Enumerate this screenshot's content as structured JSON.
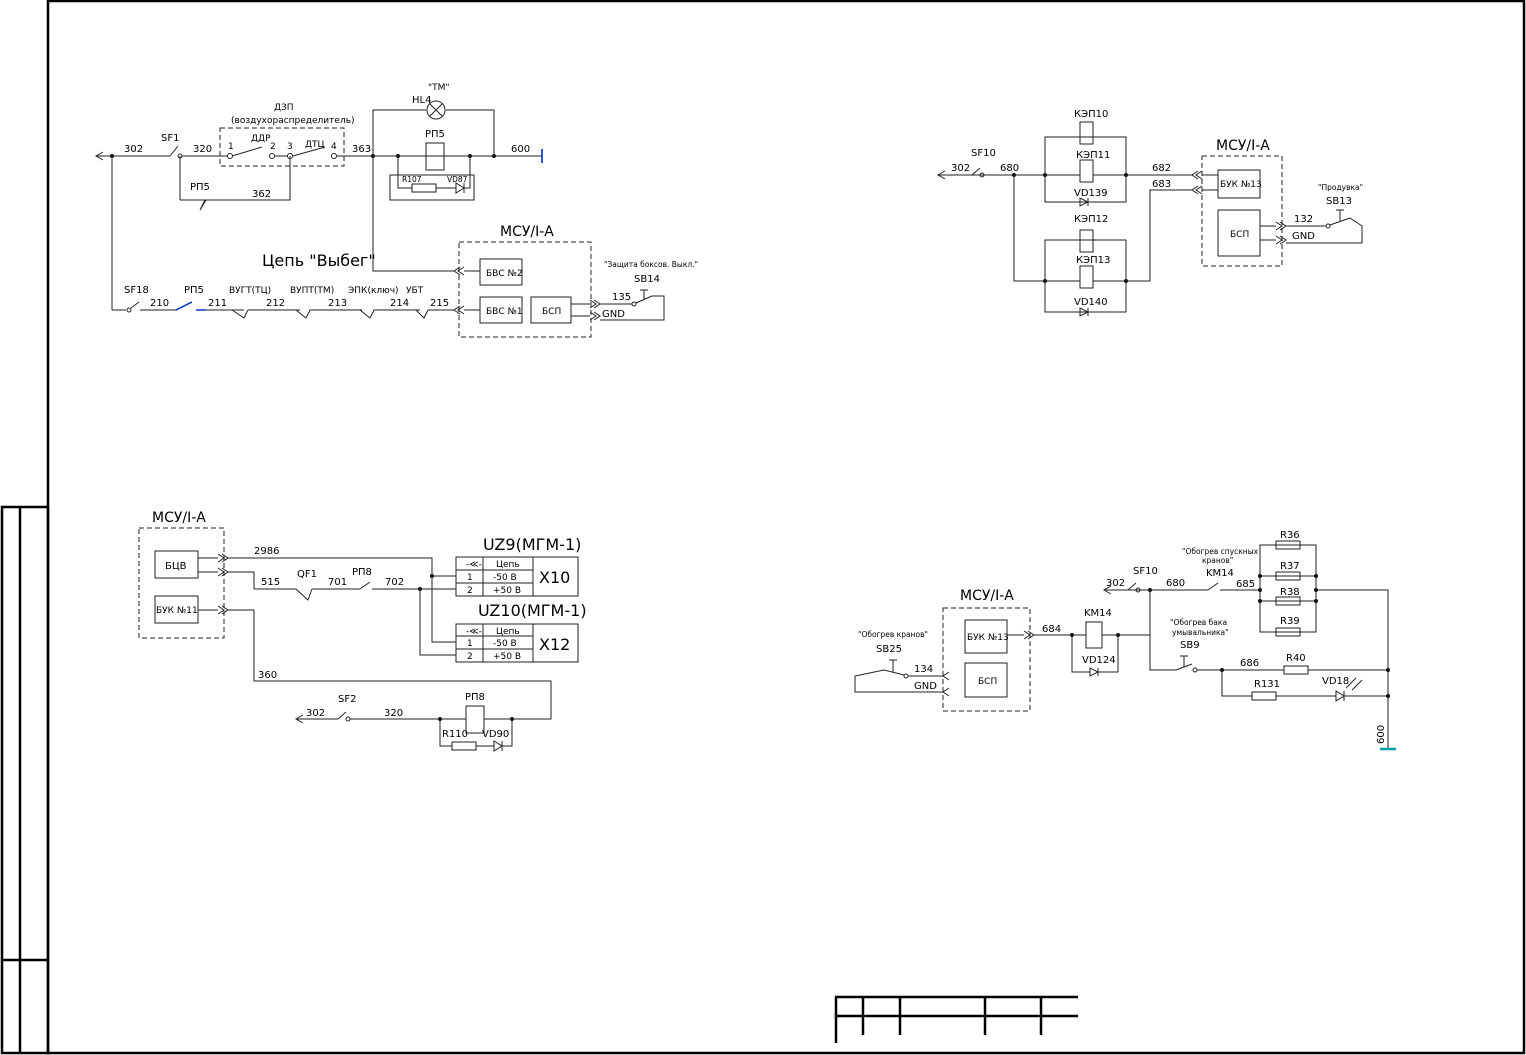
{
  "ul": {
    "sf1": "SF1",
    "w302": "302",
    "w320": "320",
    "w363": "363",
    "w600": "600",
    "w362": "362",
    "dzp": "ДЗП",
    "dzp_sub": "(воздухораспределитель)",
    "ddr": "ДДР",
    "dtc": "ДТЦ",
    "c1": "1",
    "c2": "2",
    "c3": "3",
    "c4": "4",
    "rp5a": "РП5",
    "rp5b": "РП5",
    "hl4": "HL4",
    "tm": "\"ТМ\"",
    "r107": "R107",
    "vd87": "VD87",
    "msu": "МСУ/I-А",
    "chain": "Цепь \"Выбег\"",
    "bvs2": "БВС №2",
    "bvs1": "БВС №1",
    "bsp": "БСП",
    "prot": "\"Защита боксов. Выкл.\"",
    "sb14": "SB14",
    "w135": "135",
    "gnd": "GND",
    "sf18": "SF18",
    "w210": "210",
    "rp5c": "РП5",
    "w211": "211",
    "vugt": "ВУГТ(ТЦ)",
    "w212": "212",
    "vupt": "ВУПТ(ТМ)",
    "w213": "213",
    "epk": "ЭПК(ключ)",
    "w214": "214",
    "ubt": "УБТ",
    "w215": "215"
  },
  "ur": {
    "kep10": "КЭП10",
    "kep11": "КЭП11",
    "vd139": "VD139",
    "kep12": "КЭП12",
    "kep13": "КЭП13",
    "vd140": "VD140",
    "sf10": "SF10",
    "w302": "302",
    "w680": "680",
    "w682": "682",
    "w683": "683",
    "msu": "МСУ/I-А",
    "buk13": "БУК №13",
    "bsp": "БСП",
    "prod": "\"Продувка\"",
    "sb13": "SB13",
    "w132": "132",
    "gnd": "GND"
  },
  "ll": {
    "msu": "МСУ/I-А",
    "bcv": "БЦВ",
    "buk11": "БУК №11",
    "w2986": "2986",
    "w515": "515",
    "qf1": "QF1",
    "w701": "701",
    "rp8a": "РП8",
    "w702": "702",
    "uz9": "UZ9(МГМ-1)",
    "uz10": "UZ10(МГМ-1)",
    "chain9": "Цепь",
    "n1a": "1",
    "n2a": "2",
    "v1a": "-50 В",
    "v2a": "+50 В",
    "x10": "X10",
    "chain10": "Цепь",
    "n1b": "1",
    "n2b": "2",
    "v1b": "-50 В",
    "v2b": "+50 В",
    "x12": "X12",
    "w360": "360",
    "sf2": "SF2",
    "w302": "302",
    "w320": "320",
    "rp8b": "РП8",
    "r110": "R110",
    "vd90": "VD90"
  },
  "lr": {
    "msu": "МСУ/I-А",
    "buk13": "БУК №13",
    "bsp": "БСП",
    "heat_valve": "\"Обогрев кранов\"",
    "sb25": "SB25",
    "w134": "134",
    "gnd": "GND",
    "w684": "684",
    "km14a": "KM14",
    "vd124": "VD124",
    "w302": "302",
    "sf10": "SF10",
    "w680": "680",
    "heat_drain": "\"Обогрев спускных",
    "heat_drain2": "кранов\"",
    "km14b": "KM14",
    "w685": "685",
    "r36": "R36",
    "r37": "R37",
    "r38": "R38",
    "r39": "R39",
    "heat_tank": "\"Обогрев бака",
    "heat_tank2": "умывальника\"",
    "sb9": "SB9",
    "w686": "686",
    "r40": "R40",
    "r131": "R131",
    "vd18": "VD18",
    "w600": "600"
  }
}
